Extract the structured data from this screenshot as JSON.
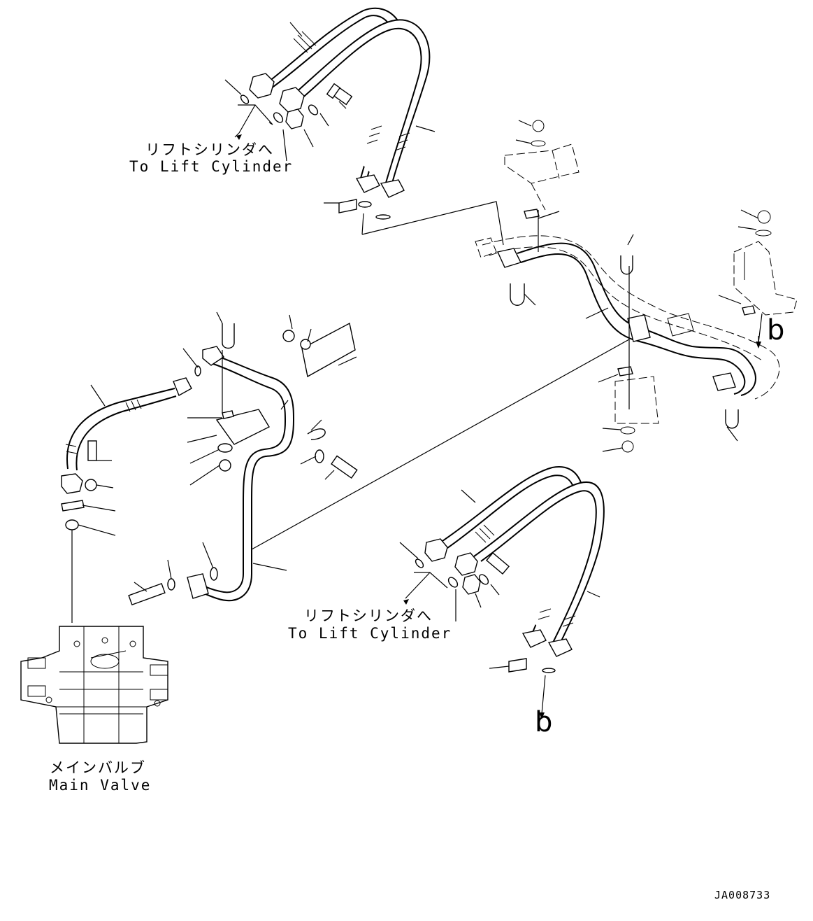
{
  "labels": {
    "lift_cylinder_top_jp": "リフトシリンダへ",
    "lift_cylinder_top_en": "To Lift Cylinder",
    "lift_cylinder_bottom_jp": "リフトシリンダへ",
    "lift_cylinder_bottom_en": "To Lift Cylinder",
    "main_valve_jp": "メインバルブ",
    "main_valve_en": "Main Valve",
    "ref_b_right": "b",
    "ref_b_bottom": "b",
    "drawing_code": "JA008733"
  }
}
